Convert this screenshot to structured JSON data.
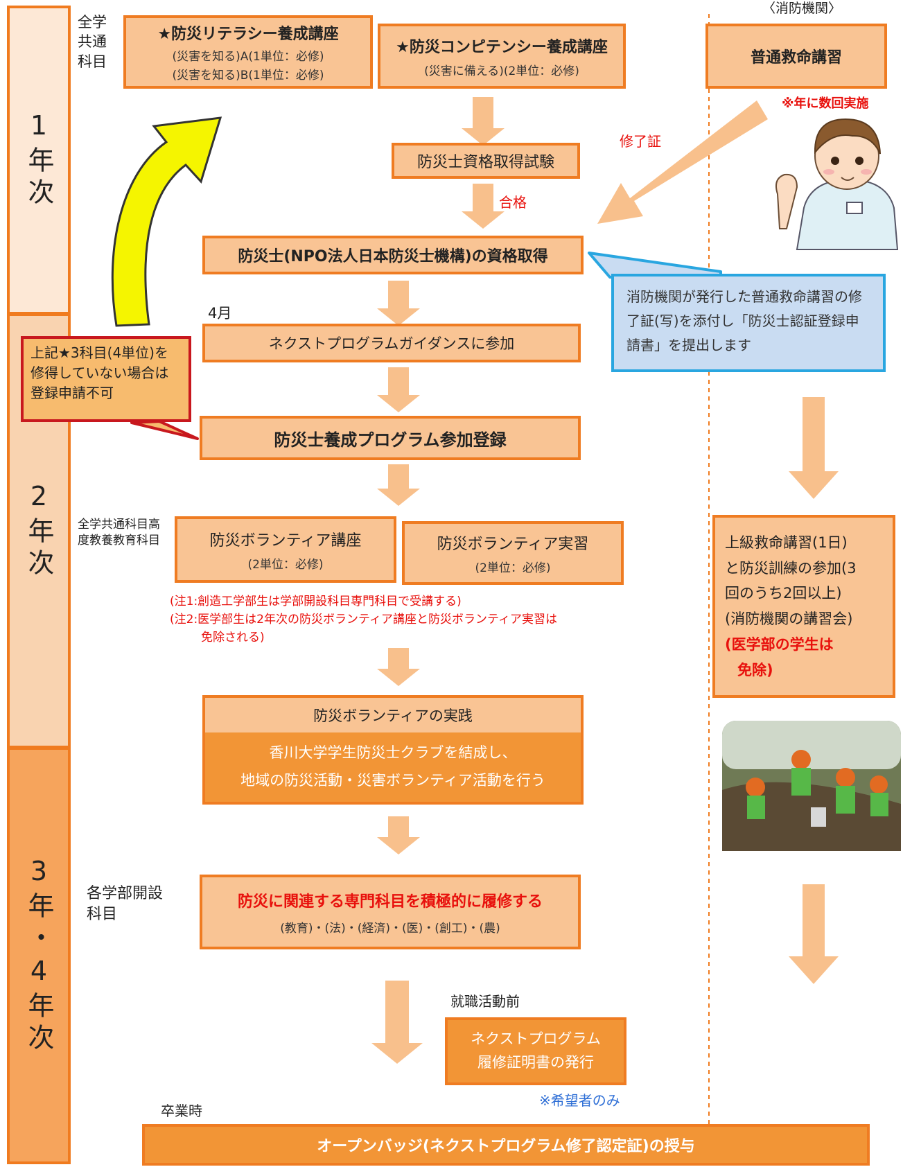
{
  "years": {
    "y1": "1年次",
    "y2": "2年次",
    "y34": "3年・4年次"
  },
  "labels": {
    "common_subjects": "全学共通科目",
    "month": "4月",
    "grade2_subjects": "全学共通科目高度教養教育科目",
    "faculty_subjects": "各学部開設科目",
    "before_job": "就職活動前",
    "graduation": "卒業時",
    "fire_org": "〈消防機関〉"
  },
  "boxes": {
    "literacy": {
      "title": "★防災リテラシー養成講座",
      "line1": "(災害を知る)A(1単位：必修)",
      "line2": "(災害を知る)B(1単位：必修)"
    },
    "competency": {
      "title": "★防災コンピテンシー養成講座",
      "line1": "(災害に備える)(2単位：必修)"
    },
    "exam": "防災士資格取得試験",
    "qualification": "防災士(NPO法人日本防災士機構)の資格取得",
    "guidance": "ネクストプログラムガイダンスに参加",
    "registration": "防災士養成プログラム参加登録",
    "volunteer_lecture": {
      "title": "防災ボランティア講座",
      "sub": "(2単位：必修)"
    },
    "volunteer_practice": {
      "title": "防災ボランティア実習",
      "sub": "(2単位：必修)"
    },
    "practice_head": "防災ボランティアの実践",
    "practice_body1": "香川大学学生防災士クラブを結成し、",
    "practice_body2": "地域の防災活動・災害ボランティア活動を行う",
    "specialized": {
      "title": "防災に関連する専門科目を積極的に履修する",
      "sub": "(教育)・(法)・(経済)・(医)・(創工)・(農)"
    },
    "certificate": {
      "line1": "ネクストプログラム",
      "line2": "履修証明書の発行"
    },
    "badge": "オープンバッジ(ネクストプログラム修了認定証)の授与",
    "first_aid": "普通救命講習",
    "advanced": {
      "line1": "上級救命講習(1日)",
      "line2": "と防災訓練の参加(3",
      "line3": "回のうち2回以上)",
      "line4": "(消防機関の講習会)",
      "red1": "(医学部の学生は",
      "red2": "免除)"
    }
  },
  "annotations": {
    "several_times": "※年に数回実施",
    "completion_cert": "修了証",
    "pass": "合格",
    "applicants_only": "※希望者のみ",
    "note1": "(注1:創造工学部生は学部開設科目専門科目で受講する)",
    "note2a": "(注2:医学部生は2年次の防災ボランティア講座と防災ボランティア実習は",
    "note2b": "免除される)"
  },
  "callouts": {
    "blue": "消防機関が発行した普通救命講習の修了証(写)を添付し「防災士認証登録申請書」を提出します",
    "red": "上記★3科目(4単位)を修得していない場合は登録申請不可"
  },
  "colors": {
    "orange": "#ef7c22",
    "light_orange": "#f9c494",
    "arrow": "#f8c08c",
    "red_text": "#e8100c",
    "blue_border": "#29a6e0",
    "yellow_arrow": "#f5f500"
  }
}
